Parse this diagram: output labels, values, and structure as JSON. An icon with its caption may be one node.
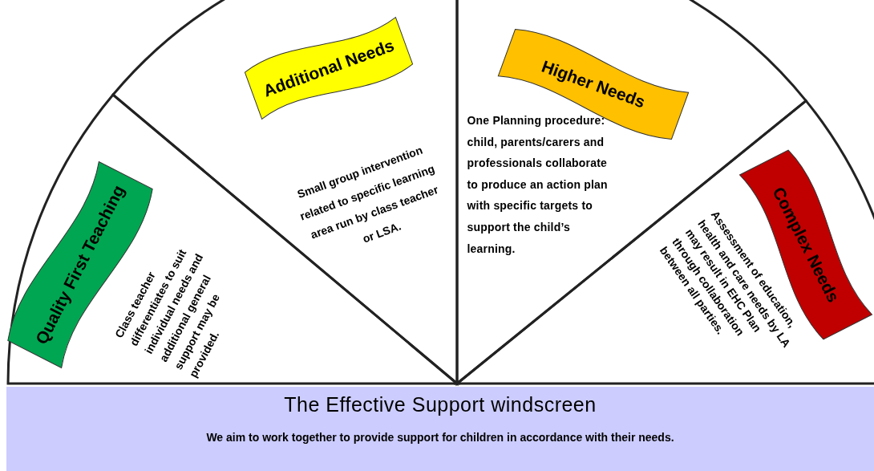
{
  "diagram": {
    "nodes": [
      {
        "text": [
          "Quality First Teaching",
          "Class teacher differentiates to suit individual needs and additional general support may be provided."
        ]
      },
      {
        "text": [
          "Additional Needs",
          "Small group intervention related to specific learning area run by class teacher or LSA."
        ]
      },
      {
        "text": [
          "Higher Needs",
          "One Planning procedure: child, parents/carers and professionals collaborate to produce an action plan with specific targets to support the child’s learning."
        ]
      },
      {
        "text": [
          "Complex Needs",
          "Assessment of education, health and care needs by LA may result in EHC Plan through collaboration between all parties."
        ]
      },
      {
        "text": [
          "The Effective Support windscreen",
          "We aim to work together to provide support for children in accordance with their needs."
        ]
      }
    ]
  }
}
